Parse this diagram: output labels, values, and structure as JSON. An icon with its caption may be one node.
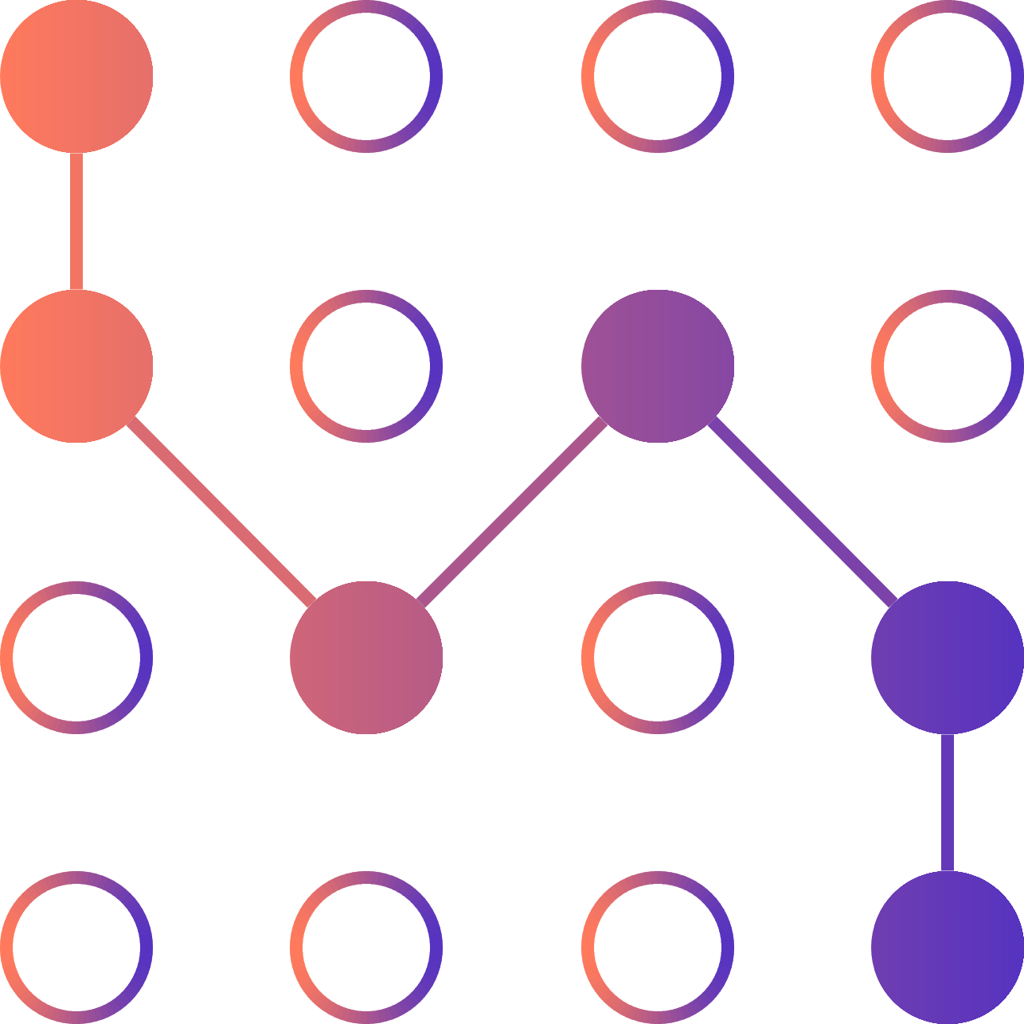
{
  "diagram": {
    "nodes": [
      {
        "text": [],
        "shape": "circle"
      },
      {
        "text": [],
        "shape": "ring"
      },
      {
        "text": [],
        "shape": "ring"
      },
      {
        "text": [],
        "shape": "ring"
      },
      {
        "text": [],
        "shape": "circle"
      },
      {
        "text": [],
        "shape": "ring"
      },
      {
        "text": [],
        "shape": "circle"
      },
      {
        "text": [],
        "shape": "ring"
      },
      {
        "text": [],
        "shape": "ring"
      },
      {
        "text": [],
        "shape": "circle"
      },
      {
        "text": [],
        "shape": "ring"
      },
      {
        "text": [],
        "shape": "circle"
      },
      {
        "text": [],
        "shape": "ring"
      },
      {
        "text": [],
        "shape": "ring"
      },
      {
        "text": [],
        "shape": "ring"
      },
      {
        "text": [],
        "shape": "circle"
      }
    ],
    "edges": [
      {
        "from": 0,
        "to": 4,
        "arrow": "none",
        "color": "#f27563"
      },
      {
        "from": 4,
        "to": 9,
        "arrow": "none",
        "color": "#da6b72"
      },
      {
        "from": 9,
        "to": 6,
        "arrow": "none",
        "color": "#ab578e"
      },
      {
        "from": 6,
        "to": 11,
        "arrow": "none",
        "color": "#7b42aa"
      },
      {
        "from": 11,
        "to": 15,
        "arrow": "none",
        "color": "#6338b9"
      }
    ]
  }
}
